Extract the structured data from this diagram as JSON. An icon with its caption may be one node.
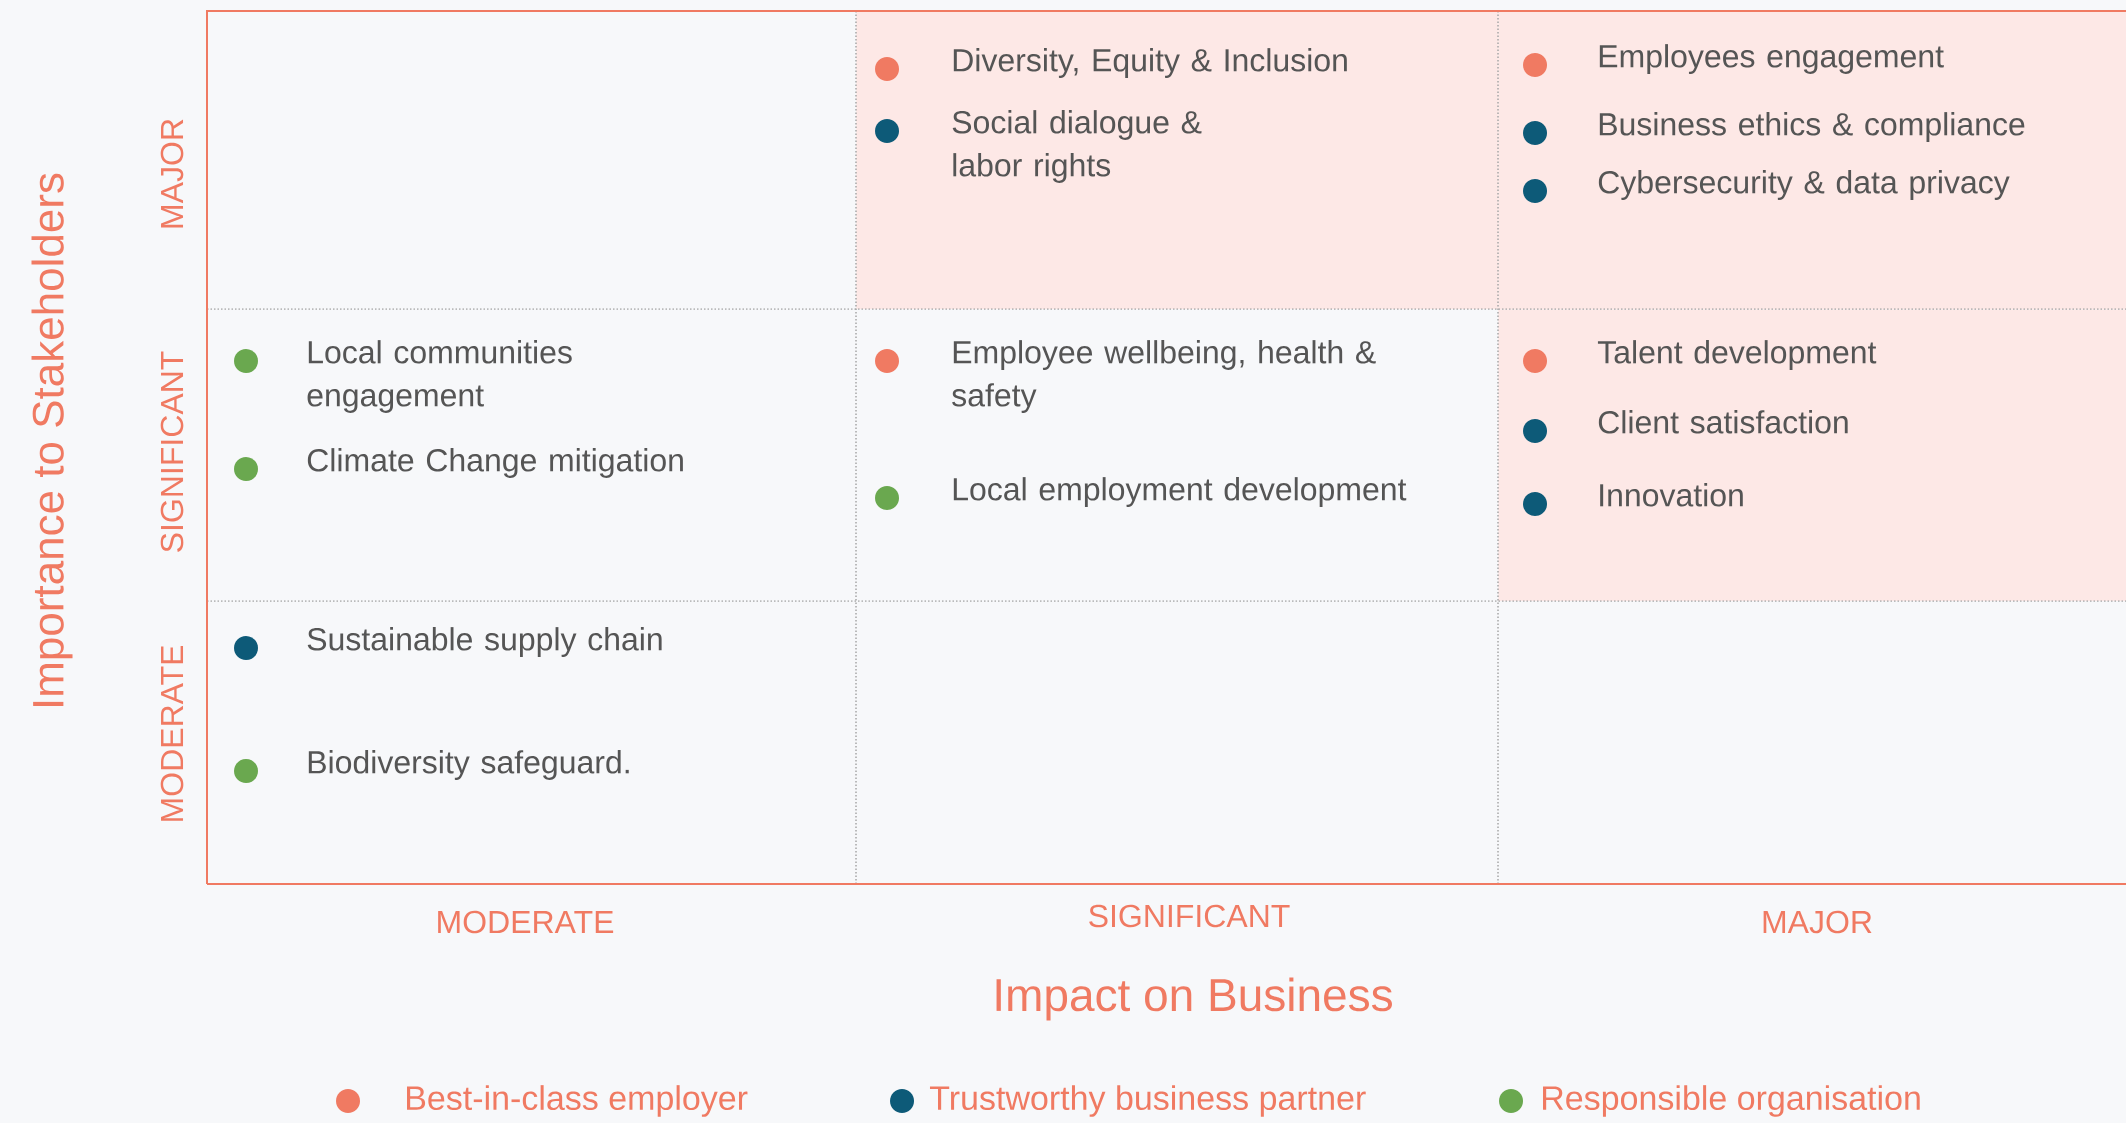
{
  "diagram": {
    "nodes": [
      {
        "text": [
          "Diversity, Equity & Inclusion",
          "Social dialogue & labor rights"
        ]
      },
      {
        "text": [
          "Employees engagement",
          "Business ethics & compliance",
          "Cybersecurity & data privacy"
        ]
      },
      {
        "text": [
          "Local communities engagement",
          "Climate Change mitigation"
        ]
      },
      {
        "text": [
          "Employee wellbeing, health & safety",
          "Local employment development"
        ]
      },
      {
        "text": [
          "Talent development",
          "Client satisfaction",
          "Innovation"
        ]
      },
      {
        "text": [
          "Sustainable supply chain",
          "Biodiversity safeguard."
        ]
      }
    ],
    "edges": [],
    "labels": [
      "Importance to Stakeholders",
      "MAJOR",
      "SIGNIFICANT",
      "MODERATE",
      "MODERATE",
      "SIGNIFICANT",
      "MAJOR",
      "Impact on Business"
    ],
    "legend": [
      {
        "text": "Best-in-class employer",
        "color": "#f07a62"
      },
      {
        "text": "Trustworthy business partner",
        "color": "#0d5a78"
      },
      {
        "text": "Responsible organisation",
        "color": "#6aa84f"
      }
    ]
  }
}
